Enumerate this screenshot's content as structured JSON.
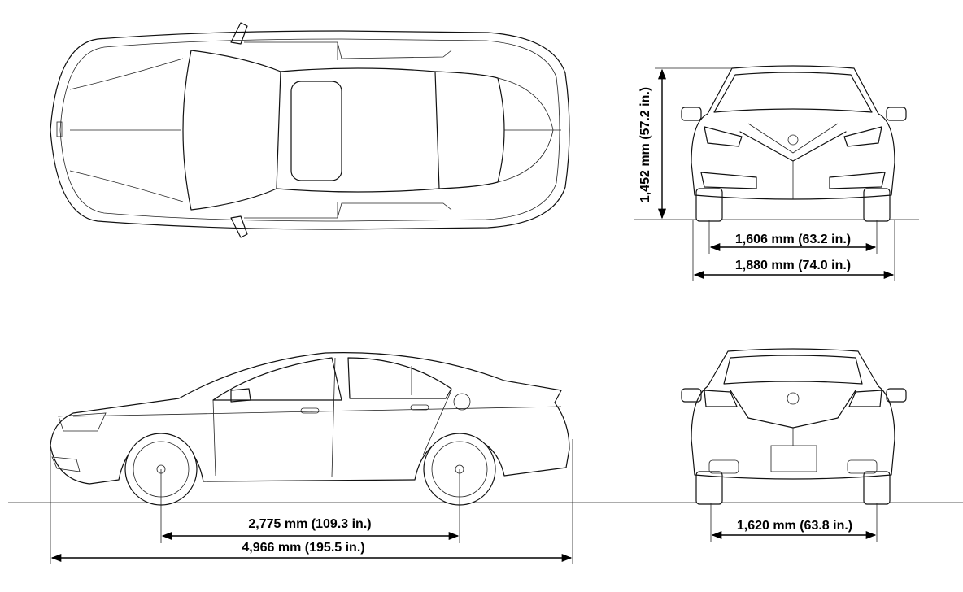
{
  "dimensions": {
    "height": "1,452 mm (57.2 in.)",
    "front_track": "1,606 mm (63.2 in.)",
    "overall_width": "1,880 mm (74.0 in.)",
    "wheelbase": "2,775 mm (109.3 in.)",
    "overall_length": "4,966 mm (195.5 in.)",
    "rear_track": "1,620 mm (63.8 in.)"
  },
  "colors": {
    "line": "#111111",
    "background": "#ffffff"
  }
}
